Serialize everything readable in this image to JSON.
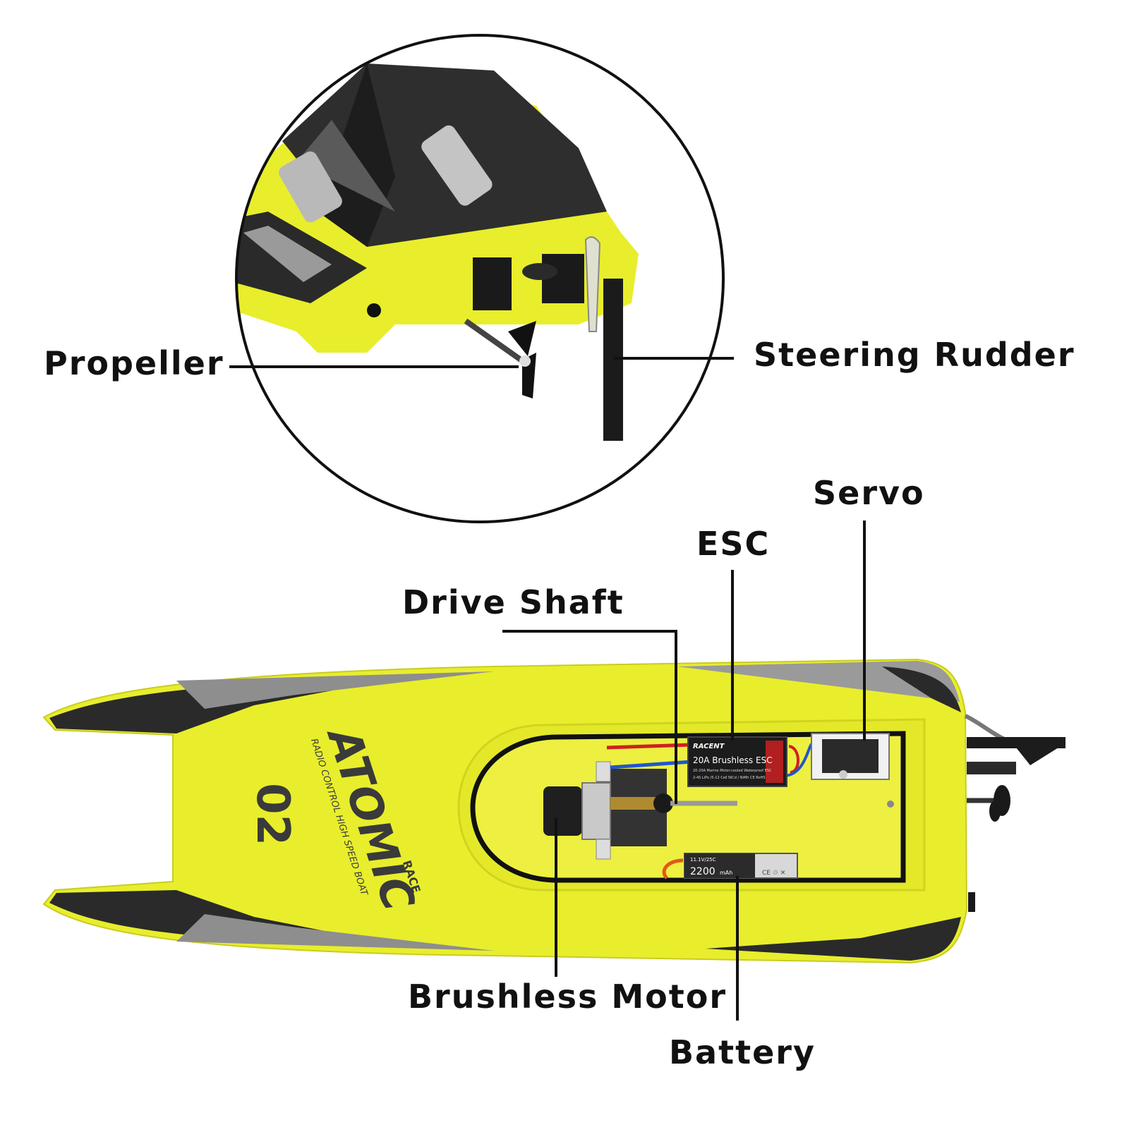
{
  "colors": {
    "hull_yellow": "#e8ee2c",
    "hull_dark": "#2a2a2a",
    "stripe_grey": "#9a9a9a",
    "line_black": "#111111"
  },
  "labels": {
    "propeller": "Propeller",
    "steering_rudder": "Steering Rudder",
    "servo": "Servo",
    "esc": "ESC",
    "drive_shaft": "Drive Shaft",
    "brushless_motor": "Brushless Motor",
    "battery": "Battery"
  },
  "boat": {
    "brand_main": "ATOMIC",
    "brand_tag": "RACE",
    "subtitle": "RADIO CONTROL HIGH SPEED BOAT",
    "number": "02"
  },
  "esc_sticker": {
    "logo": "RACENT",
    "title": "20A Brushless ESC",
    "line1": "20-20A Marine Motor-cooled Waterproof ESC",
    "line2": "2-4S LiPo /5-12 Cell NiCd / NiMh  CE RoHS"
  },
  "battery_sticker": {
    "spec": "11.1V/25C",
    "capacity": "2200",
    "unit": "mAh",
    "marks": "CE ♲ ✕"
  }
}
